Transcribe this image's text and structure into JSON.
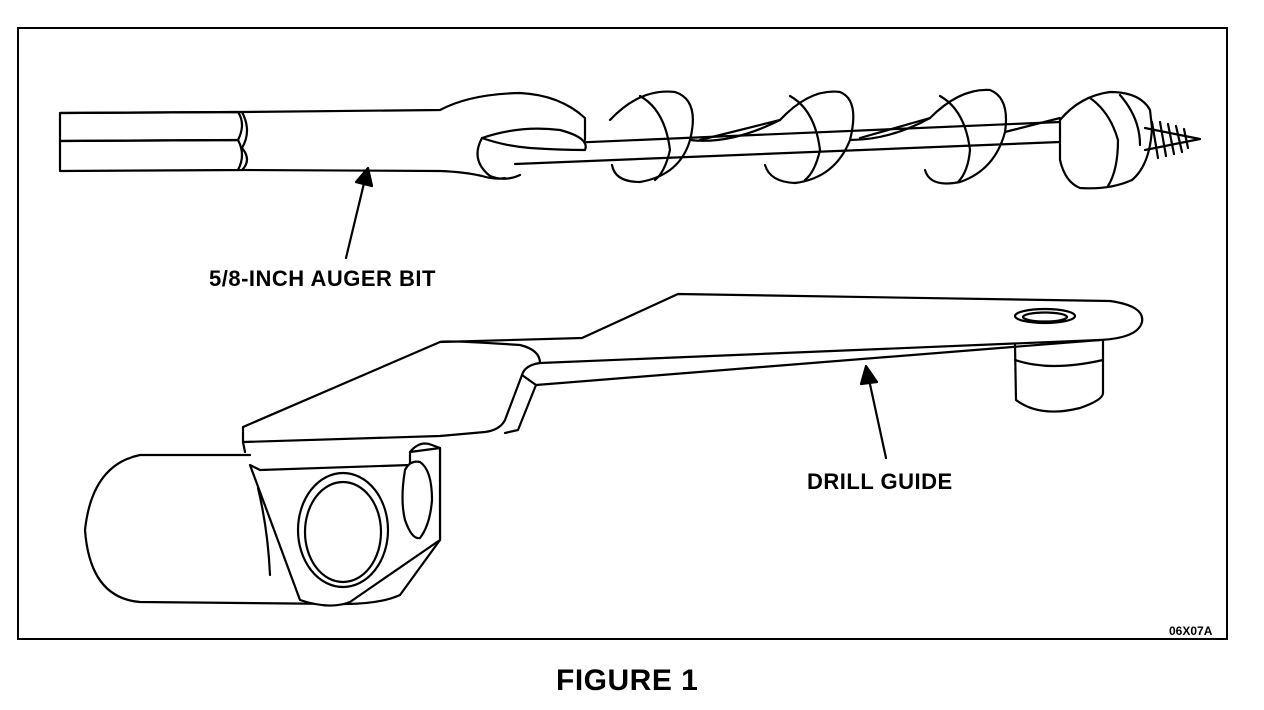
{
  "figure": {
    "caption": "FIGURE 1",
    "code": "06X07A"
  },
  "labels": {
    "auger_bit": "5/8-INCH AUGER BIT",
    "drill_guide": "DRILL GUIDE"
  }
}
